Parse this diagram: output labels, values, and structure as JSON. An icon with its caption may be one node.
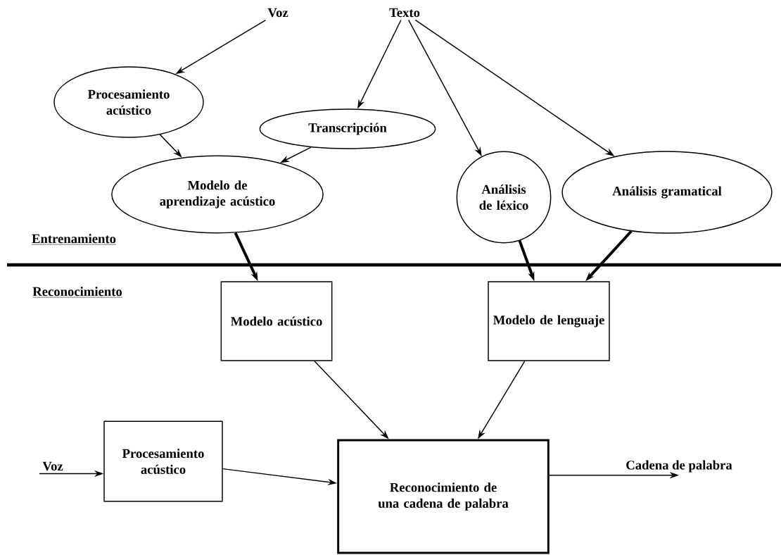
{
  "diagram": {
    "nodes": [
      {
        "text": [
          "Voz"
        ]
      },
      {
        "text": [
          "Texto"
        ]
      },
      {
        "text": [
          "Procesamiento acústico"
        ]
      },
      {
        "text": [
          "Transcripción"
        ]
      },
      {
        "text": [
          "Modelo de aprendizaje acústico"
        ]
      },
      {
        "text": [
          "Análisis de léxico"
        ]
      },
      {
        "text": [
          "Análisis gramatical"
        ]
      },
      {
        "text": [
          "Modelo acústico"
        ]
      },
      {
        "text": [
          "Modelo de lenguaje"
        ]
      },
      {
        "text": [
          "Reconocimiento de una cadena de palabra"
        ]
      },
      {
        "text": [
          "Procesamiento acústico"
        ]
      },
      {
        "text": [
          "Voz"
        ]
      },
      {
        "text": [
          "Cadena de palabra"
        ]
      }
    ],
    "edges": [
      {
        "from": 0,
        "to": 2,
        "arrow": "to"
      },
      {
        "from": 1,
        "to": 3,
        "arrow": "to"
      },
      {
        "from": 1,
        "to": 5,
        "arrow": "to"
      },
      {
        "from": 1,
        "to": 6,
        "arrow": "to"
      },
      {
        "from": 2,
        "to": 4,
        "arrow": "to"
      },
      {
        "from": 3,
        "to": 4,
        "arrow": "to"
      },
      {
        "from": 4,
        "to": 7,
        "arrow": "to",
        "style": "thick"
      },
      {
        "from": 5,
        "to": 8,
        "arrow": "to",
        "style": "thick"
      },
      {
        "from": 6,
        "to": 8,
        "arrow": "to",
        "style": "thick"
      },
      {
        "from": 7,
        "to": 9,
        "arrow": "to"
      },
      {
        "from": 8,
        "to": 9,
        "arrow": "to"
      },
      {
        "from": 11,
        "to": 10,
        "arrow": "to"
      },
      {
        "from": 10,
        "to": 9,
        "arrow": "to"
      },
      {
        "from": 9,
        "to": 12,
        "arrow": "to"
      }
    ],
    "labels": [
      "Entrenamiento",
      "Reconocimiento"
    ]
  }
}
